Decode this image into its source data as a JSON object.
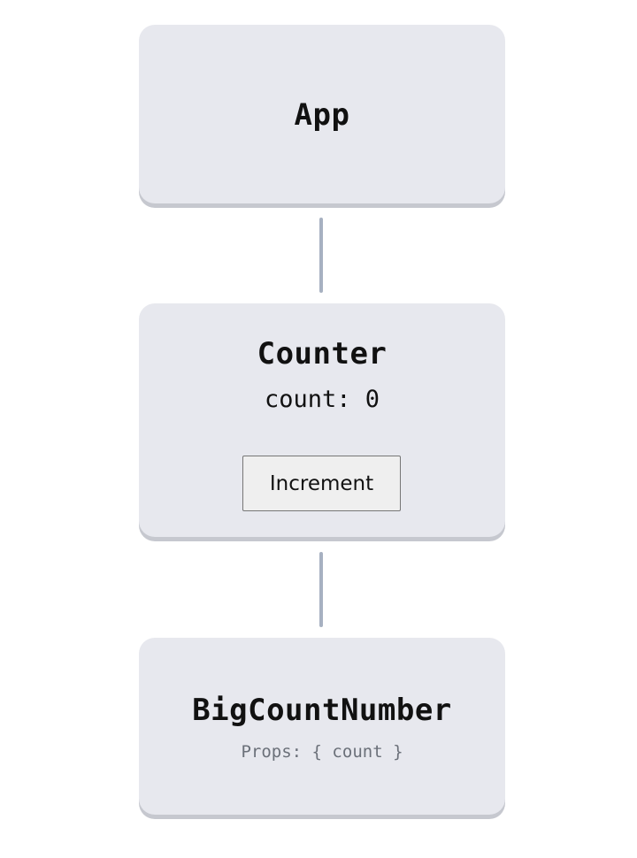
{
  "nodes": {
    "app": {
      "title": "App"
    },
    "counter": {
      "title": "Counter",
      "state": "count: 0",
      "button_label": "Increment"
    },
    "big_count_number": {
      "title": "BigCountNumber",
      "props": "Props: { count }"
    }
  },
  "colors": {
    "box_fill": "#e7e8ee",
    "box_shadow": "#c6c8cf",
    "connector": "#a7b1c1",
    "title_text": "#111111",
    "props_text": "#6b7079"
  }
}
